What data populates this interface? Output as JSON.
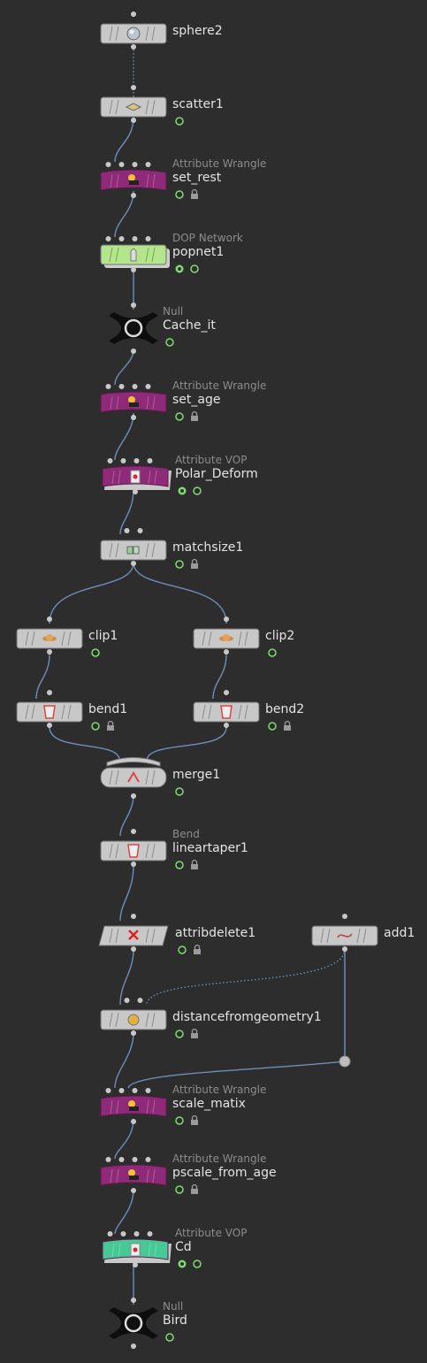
{
  "network": {
    "nodes": [
      {
        "id": "sphere2",
        "name": "sphere2",
        "type": "",
        "kind": "std",
        "icon": "sphere-icon",
        "flags": []
      },
      {
        "id": "scatter1",
        "name": "scatter1",
        "type": "",
        "kind": "std",
        "icon": "scatter-icon",
        "flags": [
          "display"
        ]
      },
      {
        "id": "set_rest",
        "name": "set_rest",
        "type": "Attribute Wrangle",
        "kind": "wrangle",
        "icon": "wrangle-icon",
        "flags": [
          "display",
          "lock"
        ]
      },
      {
        "id": "popnet1",
        "name": "popnet1",
        "type": "DOP Network",
        "kind": "dop",
        "icon": "dop-icon",
        "flags": [
          "bypass",
          "display"
        ]
      },
      {
        "id": "cache_it",
        "name": "Cache_it",
        "type": "Null",
        "kind": "null",
        "icon": "null-icon",
        "flags": [
          "display"
        ]
      },
      {
        "id": "set_age",
        "name": "set_age",
        "type": "Attribute Wrangle",
        "kind": "wrangle",
        "icon": "wrangle-icon",
        "flags": [
          "display",
          "lock"
        ]
      },
      {
        "id": "polar_deform",
        "name": "Polar_Deform",
        "type": "Attribute VOP",
        "kind": "vop",
        "icon": "vop-icon",
        "flags": [
          "bypass",
          "display"
        ]
      },
      {
        "id": "matchsize1",
        "name": "matchsize1",
        "type": "",
        "kind": "std",
        "icon": "matchsize-icon",
        "flags": [
          "display",
          "lock"
        ]
      },
      {
        "id": "clip1",
        "name": "clip1",
        "type": "",
        "kind": "std",
        "icon": "clip-icon",
        "flags": [
          "display"
        ]
      },
      {
        "id": "clip2",
        "name": "clip2",
        "type": "",
        "kind": "std",
        "icon": "clip-icon",
        "flags": [
          "display"
        ]
      },
      {
        "id": "bend1",
        "name": "bend1",
        "type": "",
        "kind": "std",
        "icon": "bend-icon",
        "flags": [
          "display",
          "lock"
        ]
      },
      {
        "id": "bend2",
        "name": "bend2",
        "type": "",
        "kind": "std",
        "icon": "bend-icon",
        "flags": [
          "display",
          "lock"
        ]
      },
      {
        "id": "merge1",
        "name": "merge1",
        "type": "",
        "kind": "merge",
        "icon": "merge-icon",
        "flags": [
          "display"
        ]
      },
      {
        "id": "lineartaper1",
        "name": "lineartaper1",
        "type": "Bend",
        "kind": "std",
        "icon": "bend-icon",
        "flags": [
          "display",
          "lock"
        ]
      },
      {
        "id": "attribdelete1",
        "name": "attribdelete1",
        "type": "",
        "kind": "slant",
        "icon": "attribdelete-icon",
        "flags": [
          "display",
          "lock"
        ]
      },
      {
        "id": "add1",
        "name": "add1",
        "type": "",
        "kind": "std",
        "icon": "curve-icon",
        "flags": []
      },
      {
        "id": "distancefromgeometry1",
        "name": "distancefromgeometry1",
        "type": "",
        "kind": "std",
        "icon": "distance-icon",
        "flags": [
          "display",
          "lock"
        ]
      },
      {
        "id": "scale_matix",
        "name": "scale_matix",
        "type": "Attribute Wrangle",
        "kind": "wrangle",
        "icon": "wrangle-icon",
        "flags": [
          "display",
          "lock"
        ]
      },
      {
        "id": "pscale_from_age",
        "name": "pscale_from_age",
        "type": "Attribute Wrangle",
        "kind": "wrangle",
        "icon": "wrangle-icon",
        "flags": [
          "display",
          "lock"
        ]
      },
      {
        "id": "cd",
        "name": "Cd",
        "type": "Attribute VOP",
        "kind": "vop-green",
        "icon": "vop-icon",
        "flags": [
          "bypass",
          "display"
        ]
      },
      {
        "id": "bird",
        "name": "Bird",
        "type": "Null",
        "kind": "null",
        "icon": "null-icon",
        "flags": [
          "display"
        ]
      }
    ],
    "connections": [
      {
        "from": "sphere2",
        "to": "scatter1",
        "style": "dotted"
      },
      {
        "from": "scatter1",
        "to": "set_rest",
        "style": "solid"
      },
      {
        "from": "set_rest",
        "to": "popnet1",
        "style": "solid"
      },
      {
        "from": "popnet1",
        "to": "cache_it",
        "style": "solid"
      },
      {
        "from": "cache_it",
        "to": "set_age",
        "style": "solid"
      },
      {
        "from": "set_age",
        "to": "polar_deform",
        "style": "solid"
      },
      {
        "from": "polar_deform",
        "to": "matchsize1",
        "style": "solid"
      },
      {
        "from": "matchsize1",
        "to": "clip1",
        "style": "solid"
      },
      {
        "from": "matchsize1",
        "to": "clip2",
        "style": "solid"
      },
      {
        "from": "clip1",
        "to": "bend1",
        "style": "solid"
      },
      {
        "from": "clip2",
        "to": "bend2",
        "style": "solid"
      },
      {
        "from": "bend1",
        "to": "merge1",
        "style": "solid"
      },
      {
        "from": "bend2",
        "to": "merge1",
        "style": "solid"
      },
      {
        "from": "merge1",
        "to": "lineartaper1",
        "style": "solid"
      },
      {
        "from": "lineartaper1",
        "to": "attribdelete1",
        "style": "solid"
      },
      {
        "from": "attribdelete1",
        "to": "distancefromgeometry1",
        "style": "solid"
      },
      {
        "from": "add1",
        "to": "distancefromgeometry1",
        "style": "dotted"
      },
      {
        "from": "distancefromgeometry1",
        "to": "scale_matix",
        "style": "solid"
      },
      {
        "from": "add1",
        "to": "scale_matix",
        "style": "solid"
      },
      {
        "from": "scale_matix",
        "to": "pscale_from_age",
        "style": "solid"
      },
      {
        "from": "pscale_from_age",
        "to": "cd",
        "style": "solid"
      },
      {
        "from": "cd",
        "to": "bird",
        "style": "solid"
      }
    ],
    "colors": {
      "background": "#2d2d2d",
      "wire": "#6d8fb8",
      "node_gray": "#c8c8c8",
      "wrangle": "#8e2a78",
      "dop": "#b4e58c",
      "vop_purple": "#8e2a78",
      "vop_green": "#48c896",
      "null": "#0d0d0d",
      "label": "#e4e4e4",
      "type_label": "#8c8c8c",
      "display_flag": "#7fdc6f",
      "lock_flag": "#9a9a9a"
    }
  }
}
